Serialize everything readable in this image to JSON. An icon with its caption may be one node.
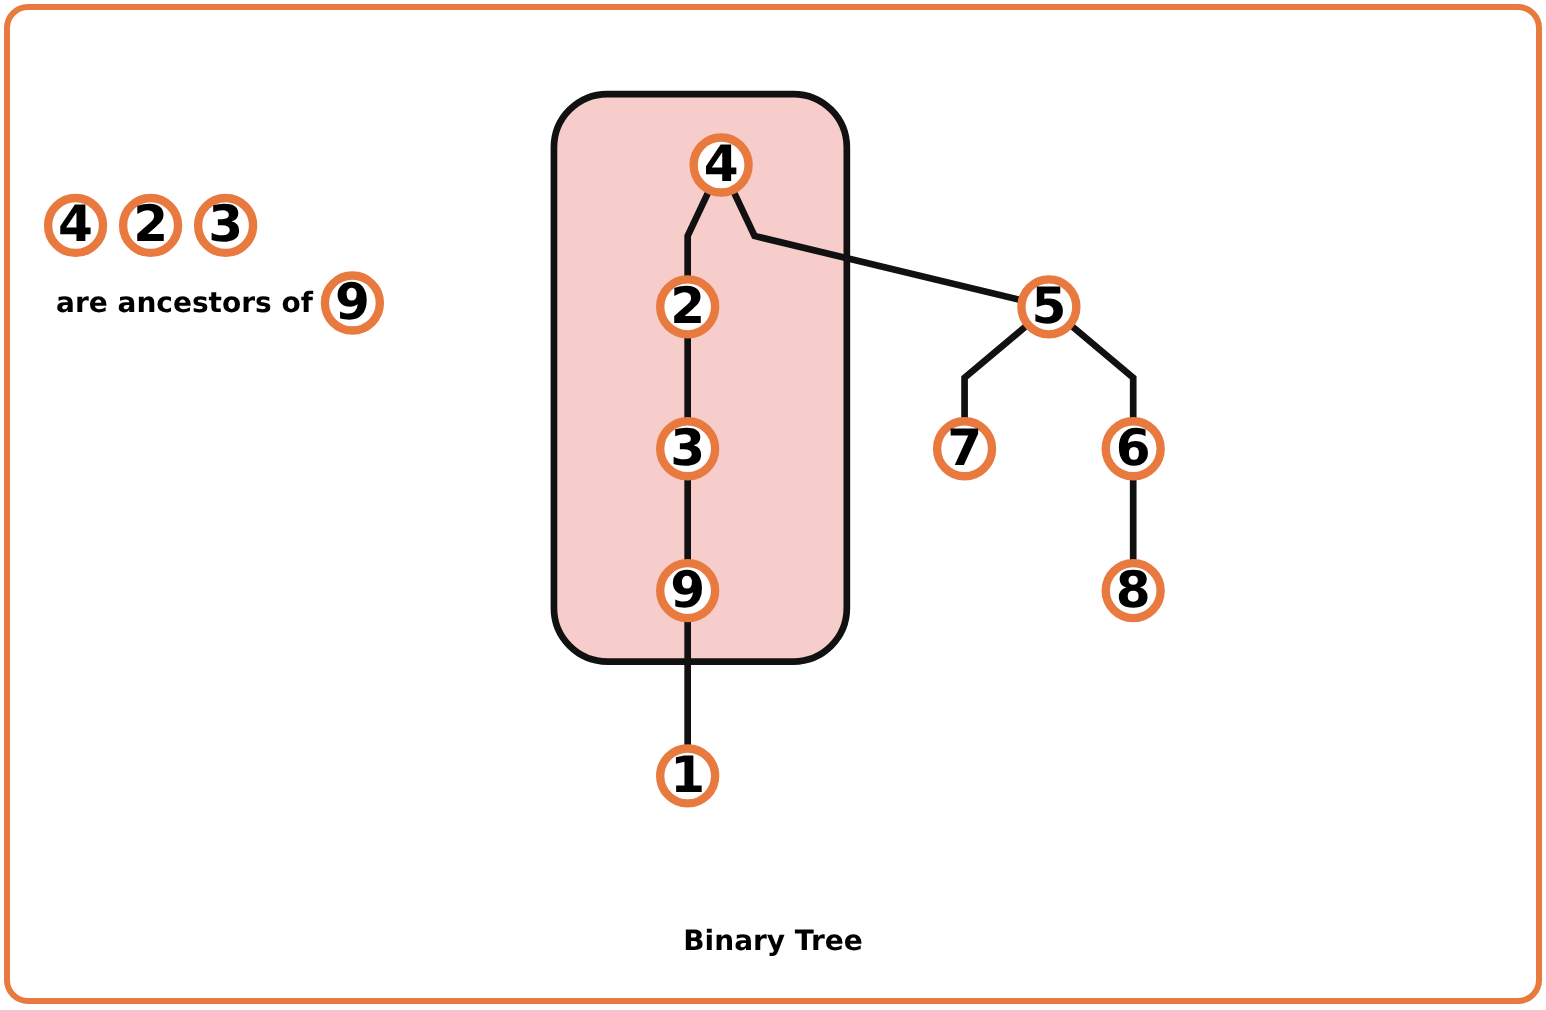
{
  "diagram": {
    "caption": "Binary Tree",
    "nodes": [
      {
        "text": [
          "4"
        ]
      },
      {
        "text": [
          "2"
        ]
      },
      {
        "text": [
          "3"
        ]
      },
      {
        "text": [
          "9"
        ]
      },
      {
        "text": [],
        "shape": "band"
      },
      {
        "text": [
          "4"
        ],
        "in": 4
      },
      {
        "text": [
          "2"
        ],
        "in": 4
      },
      {
        "text": [
          "3"
        ],
        "in": 4
      },
      {
        "text": [
          "9"
        ],
        "in": 4
      },
      {
        "text": [
          "1"
        ]
      },
      {
        "text": [
          "5"
        ]
      },
      {
        "text": [
          "7"
        ]
      },
      {
        "text": [
          "6"
        ]
      },
      {
        "text": [
          "8"
        ]
      }
    ],
    "edges": [
      {
        "from": 5,
        "to": 6,
        "arrow": "none"
      },
      {
        "from": 5,
        "to": 10,
        "arrow": "none"
      },
      {
        "from": 6,
        "to": 7,
        "arrow": "none"
      },
      {
        "from": 7,
        "to": 8,
        "arrow": "none"
      },
      {
        "from": 8,
        "to": 9,
        "arrow": "none"
      },
      {
        "from": 10,
        "to": 11,
        "arrow": "none"
      },
      {
        "from": 10,
        "to": 12,
        "arrow": "none"
      },
      {
        "from": 12,
        "to": 13,
        "arrow": "none"
      }
    ],
    "labels": [
      "are ancestors of"
    ]
  }
}
